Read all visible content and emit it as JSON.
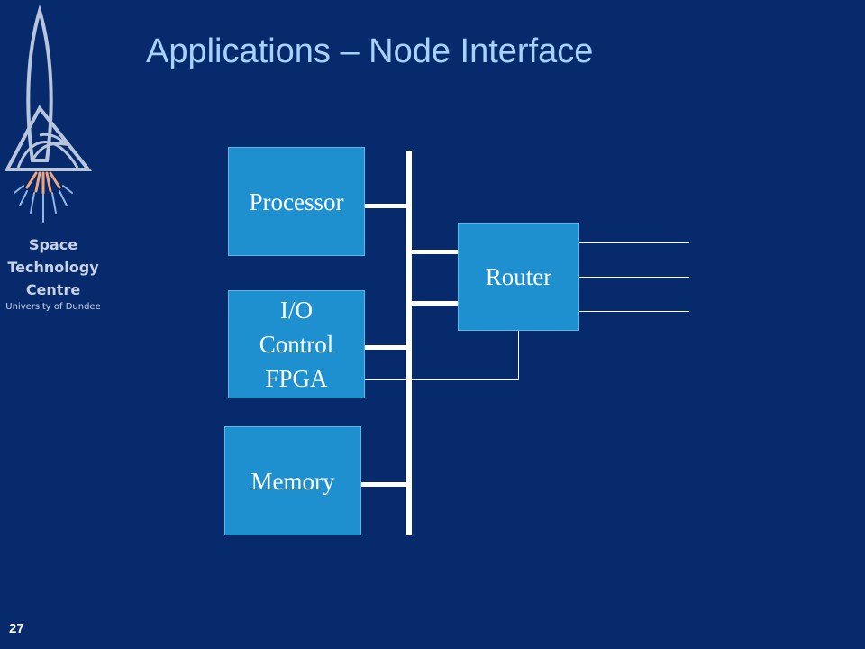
{
  "slide": {
    "title": "Applications – Node Interface",
    "page_number": "27"
  },
  "logo": {
    "line1": "Space",
    "line2": "Technology",
    "line3": "Centre",
    "line4": "University of Dundee"
  },
  "diagram": {
    "processor_label": "Processor",
    "io_line1": "I/O",
    "io_line2": "Control",
    "io_line3": "FPGA",
    "memory_label": "Memory",
    "router_label": "Router"
  },
  "colors": {
    "background": "#062a6c",
    "title": "#a9d3ff",
    "box_fill": "#1e8fcf",
    "line": "#ffffff"
  }
}
